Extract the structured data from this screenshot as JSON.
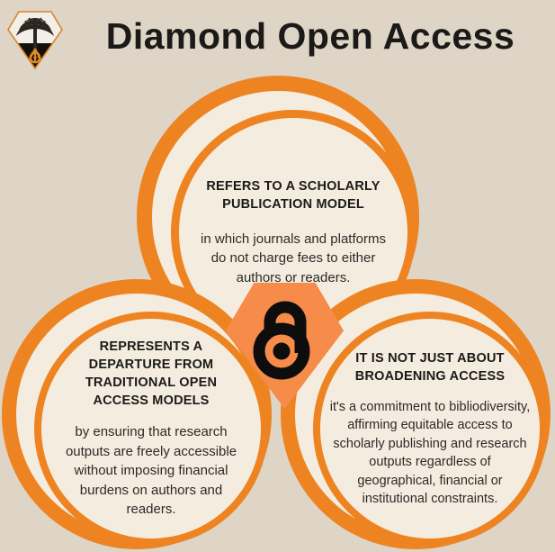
{
  "header": {
    "title": "Diamond Open Access",
    "logo_icon": "diamond-tree-logo-icon"
  },
  "colors": {
    "background": "#DED5C6",
    "ring_orange": "#EE8322",
    "diamond_orange": "#F68B4A",
    "card_cream": "#F4EDDF",
    "text_dark": "#1B1A18"
  },
  "center": {
    "icon": "open-access-unlocked-padlock-icon",
    "shape": "diamond"
  },
  "nodes": [
    {
      "id": "top",
      "heading": "REFERS TO A SCHOLARLY PUBLICATION MODEL",
      "body": "in which journals and platforms do not charge fees to either authors or readers."
    },
    {
      "id": "left",
      "heading": "REPRESENTS A DEPARTURE FROM TRADITIONAL OPEN ACCESS MODELS",
      "body": "by ensuring that research outputs are freely accessible without imposing financial burdens on authors and readers."
    },
    {
      "id": "right",
      "heading": "IT IS NOT JUST ABOUT BROADENING ACCESS",
      "body": "it's a commitment to bibliodiversity, affirming equitable access to scholarly publishing and research outputs regardless of geographical, financial or institutional constraints."
    }
  ]
}
